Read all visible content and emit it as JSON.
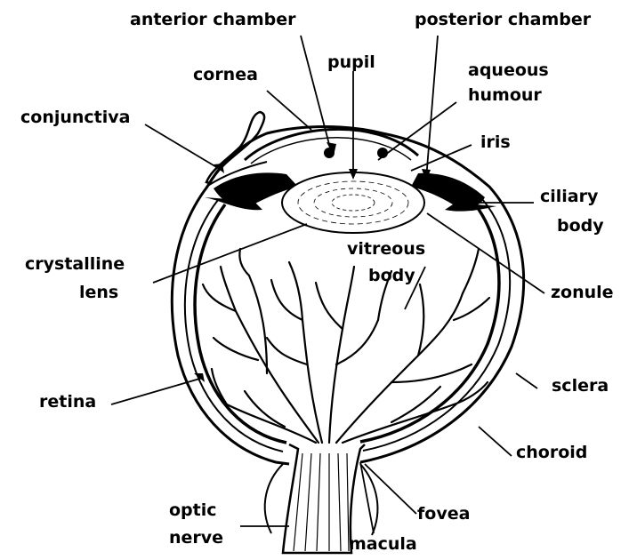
{
  "labels": {
    "anterior_chamber": "anterior chamber",
    "posterior_chamber": "posterior chamber",
    "pupil": "pupil",
    "cornea": "cornea",
    "aqueous_humour_1": "aqueous",
    "aqueous_humour_2": "humour",
    "conjunctiva": "conjunctiva",
    "iris": "iris",
    "ciliary_body_1": "ciliary",
    "ciliary_body_2": "body",
    "crystalline_lens_1": "crystalline",
    "crystalline_lens_2": "lens",
    "vitreous_body_1": "vitreous",
    "vitreous_body_2": "body",
    "zonule": "zonule",
    "retina": "retina",
    "sclera": "sclera",
    "choroid": "choroid",
    "optic_nerve_1": "optic",
    "optic_nerve_2": "nerve",
    "fovea": "fovea",
    "macula": "macula"
  }
}
